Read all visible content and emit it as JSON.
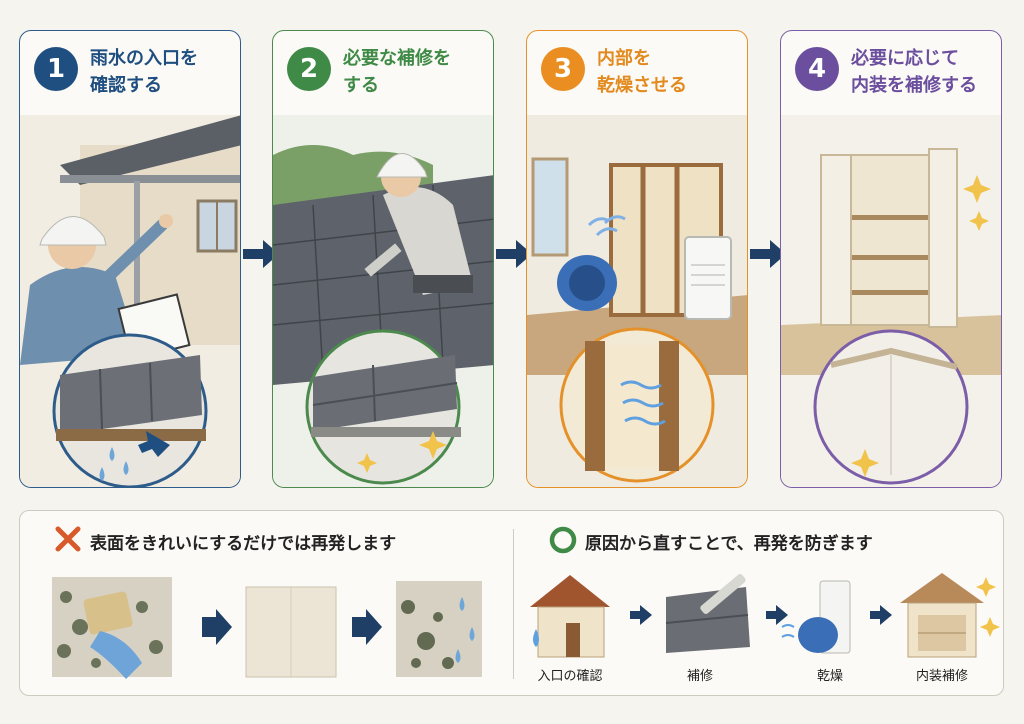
{
  "steps": [
    {
      "number": "1",
      "title": "雨水の入口を\n確認する"
    },
    {
      "number": "2",
      "title": "必要な補修を\nする"
    },
    {
      "number": "3",
      "title": "内部を\n乾燥させる"
    },
    {
      "number": "4",
      "title": "必要に応じて\n内装を補修する"
    }
  ],
  "bottom": {
    "bad": {
      "mark": "x-mark-icon",
      "text": "表面をきれいにするだけでは再発します"
    },
    "good": {
      "mark": "circle-mark-icon",
      "text": "原因から直すことで、再発を防ぎます",
      "steps": [
        "入口の確認",
        "補修",
        "乾燥",
        "内装補修"
      ]
    }
  },
  "colors": {
    "step1": "#1f4e80",
    "step2": "#3f8a46",
    "step3": "#ea8e22",
    "step4": "#6b4f9e",
    "arrow": "#1f3f66",
    "bad": "#d85a2a",
    "good": "#3f8a46"
  }
}
